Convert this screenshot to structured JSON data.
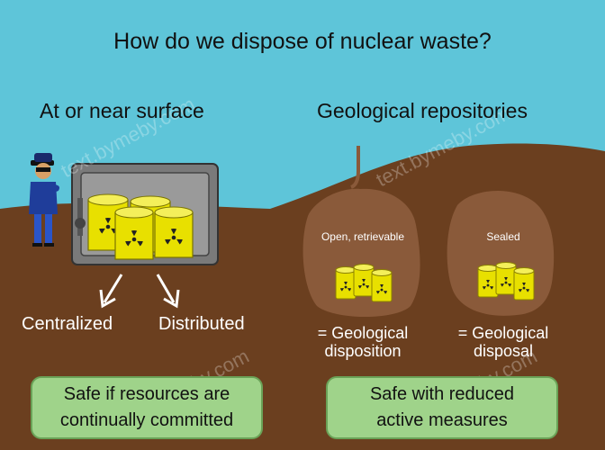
{
  "title": "How do we dispose of nuclear waste?",
  "left_section": {
    "heading": "At or near surface",
    "option_a": "Centralized",
    "option_b": "Distributed",
    "verdict_line1": "Safe if resources are",
    "verdict_line2": "continually committed"
  },
  "right_section": {
    "heading": "Geological repositories",
    "cave_open_label": "Open, retrievable",
    "cave_sealed_label": "Sealed",
    "open_result_line1": "= Geological",
    "open_result_line2": "disposition",
    "sealed_result_line1": "= Geological",
    "sealed_result_line2": "disposal",
    "verdict_line1": "Safe with reduced",
    "verdict_line2": "active measures"
  },
  "watermark": "text.bymeby.com",
  "colors": {
    "sky": "#5ec5d9",
    "ground": "#6b3f1f",
    "cave": "#8a5a3a",
    "barrel": "#e8e000",
    "verdict_box": "#9fd38a"
  },
  "icons": {
    "guard": "security-guard-icon",
    "vault": "vault-icon",
    "barrel": "radioactive-barrel-icon"
  }
}
